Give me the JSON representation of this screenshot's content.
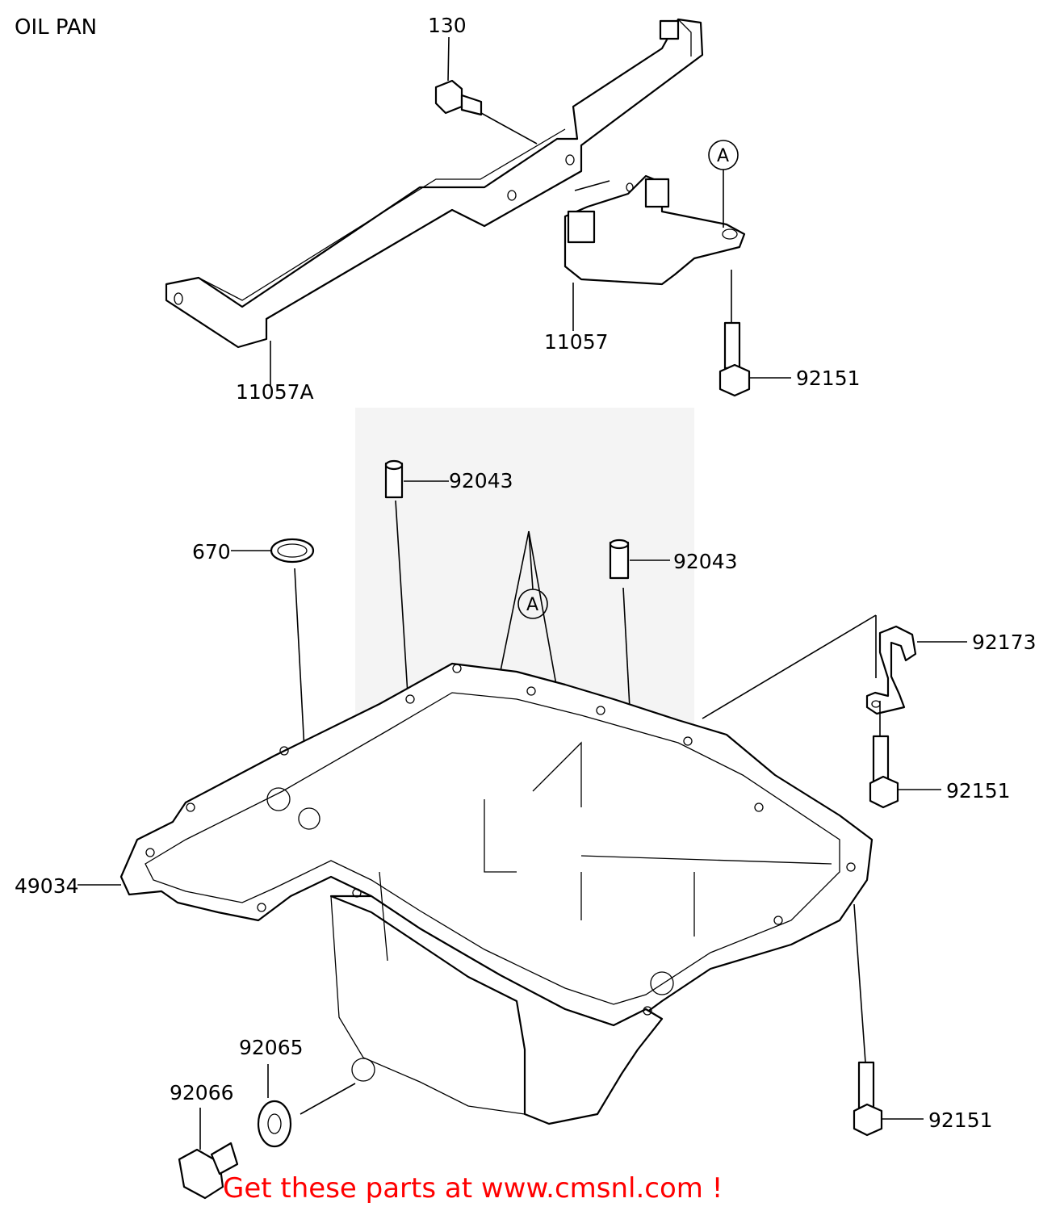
{
  "title": "OIL PAN",
  "ref_marker": "A",
  "promo_text": "Get these parts at www.cmsnl.com !",
  "promo_color": "#ff0000",
  "parts": {
    "p130": "130",
    "p11057A": "11057A",
    "p11057": "11057",
    "p92151_top": "92151",
    "p92043_a": "92043",
    "p670": "670",
    "p92043_b": "92043",
    "p92173": "92173",
    "p92151_mid": "92151",
    "p49034": "49034",
    "p92065": "92065",
    "p92066": "92066",
    "p92151_bot": "92151"
  }
}
